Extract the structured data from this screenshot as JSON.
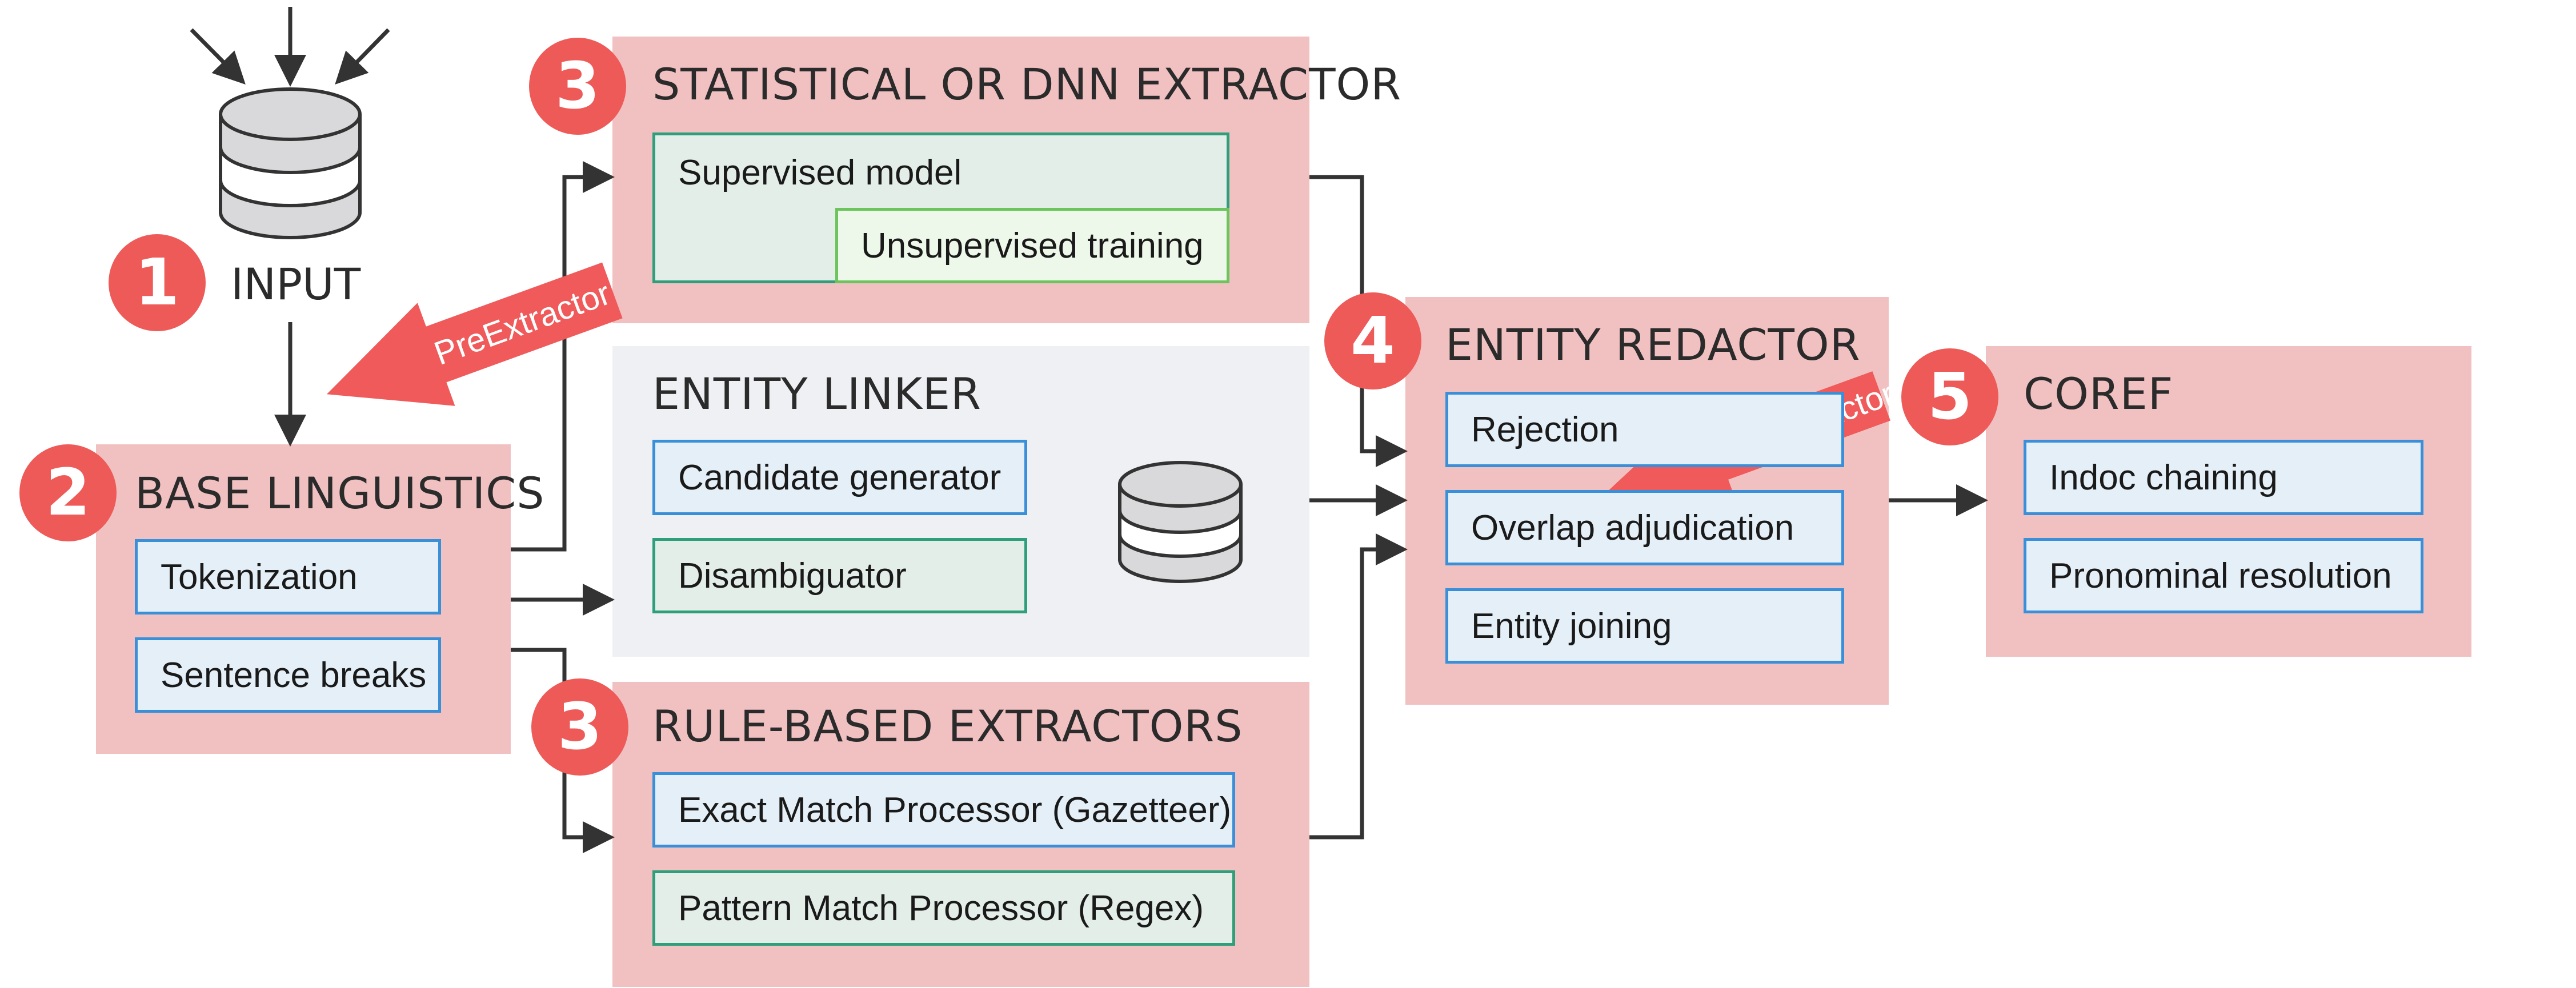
{
  "input": {
    "badge": "1",
    "label": "INPUT"
  },
  "base_linguistics": {
    "badge": "2",
    "title": "BASE LINGUISTICS",
    "items": [
      "Tokenization",
      "Sentence breaks"
    ]
  },
  "statistical": {
    "badge": "3",
    "title": "STATISTICAL OR DNN EXTRACTOR",
    "items": [
      "Supervised model",
      "Unsupervised training"
    ]
  },
  "entity_linker": {
    "title": "ENTITY LINKER",
    "items": [
      "Candidate generator",
      "Disambiguator"
    ]
  },
  "rule_based": {
    "badge": "3",
    "title": "RULE-BASED EXTRACTORS",
    "items": [
      "Exact Match Processor (Gazetteer)",
      "Pattern Match Processor (Regex)"
    ]
  },
  "entity_redactor": {
    "badge": "4",
    "title": "ENTITY REDACTOR",
    "items": [
      "Rejection",
      "Overlap adjudication",
      "Entity joining"
    ]
  },
  "coref": {
    "badge": "5",
    "title": "COREF",
    "items": [
      "Indoc chaining",
      "Pronominal resolution"
    ]
  },
  "callouts": {
    "pre_extractor": "PreExtractor",
    "pre_redactor": "PreRedactor"
  },
  "colors": {
    "panel": "#f1c1c2",
    "badge": "#ee5a58",
    "item_blue_border": "#3a8fd9",
    "item_green_border": "#2f9e7a",
    "linker_panel": "#eef0f3"
  }
}
